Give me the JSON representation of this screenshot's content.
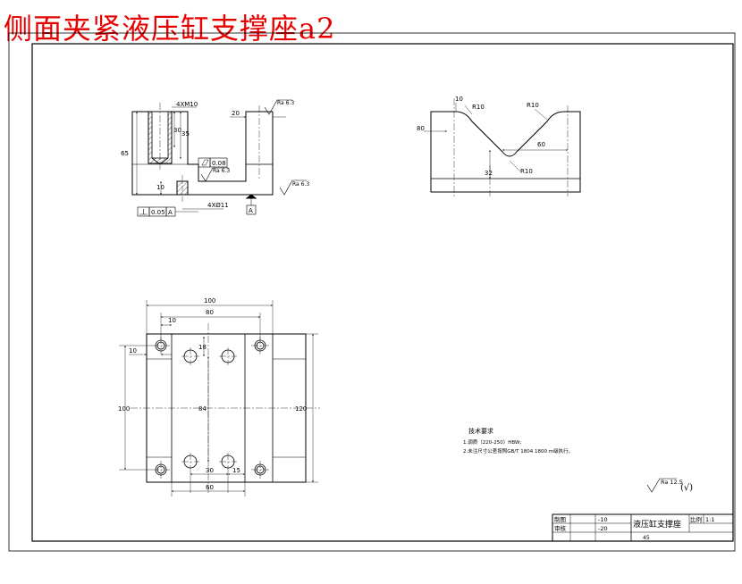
{
  "title": "侧面夹紧液压缸支撑座a2",
  "colors": {
    "title": "#e60000",
    "line": "#000000"
  },
  "front_view": {
    "dim_thread": "4XM10",
    "dim_30": "30",
    "dim_35": "35",
    "dim_65": "65",
    "dim_20": "20",
    "dim_10": "10",
    "dim_holes": "4XØ11",
    "rough_top": "Ra 6.3",
    "rough_bottom": "Ra 6.3",
    "rough_step": "Ra 6.3",
    "flatness_value": "0.08",
    "perp_value": "0.05",
    "perp_datum": "A",
    "datum_label": "A"
  },
  "side_view": {
    "dim_10": "10",
    "dim_r10_a": "R10",
    "dim_r10_b": "R10",
    "dim_r10_c": "R10",
    "dim_80": "80",
    "dim_60": "60",
    "dim_32": "32"
  },
  "top_view": {
    "dim_100_top": "100",
    "dim_80": "80",
    "dim_10_top": "10",
    "dim_10_left": "10",
    "dim_18": "18",
    "dim_100_left": "100",
    "dim_84": "84",
    "dim_120": "120",
    "dim_30": "30",
    "dim_15": "15",
    "dim_60": "60"
  },
  "notes": {
    "heading": "技术要求",
    "line1": "1.调质（220-250）HBW;",
    "line2": "2.未注尺寸公差按照GB/T 1804 1800 m级执行。"
  },
  "general_roughness": "Ra 12.5",
  "general_roughness_suffix": "(√)",
  "title_block": {
    "label_draw": "制图",
    "label_check": "审核",
    "date_draw": "-10",
    "date_check": "-20",
    "part_name": "液压缸支撑座",
    "label_scale": "比例",
    "scale_value": "1:1",
    "material": "45"
  }
}
